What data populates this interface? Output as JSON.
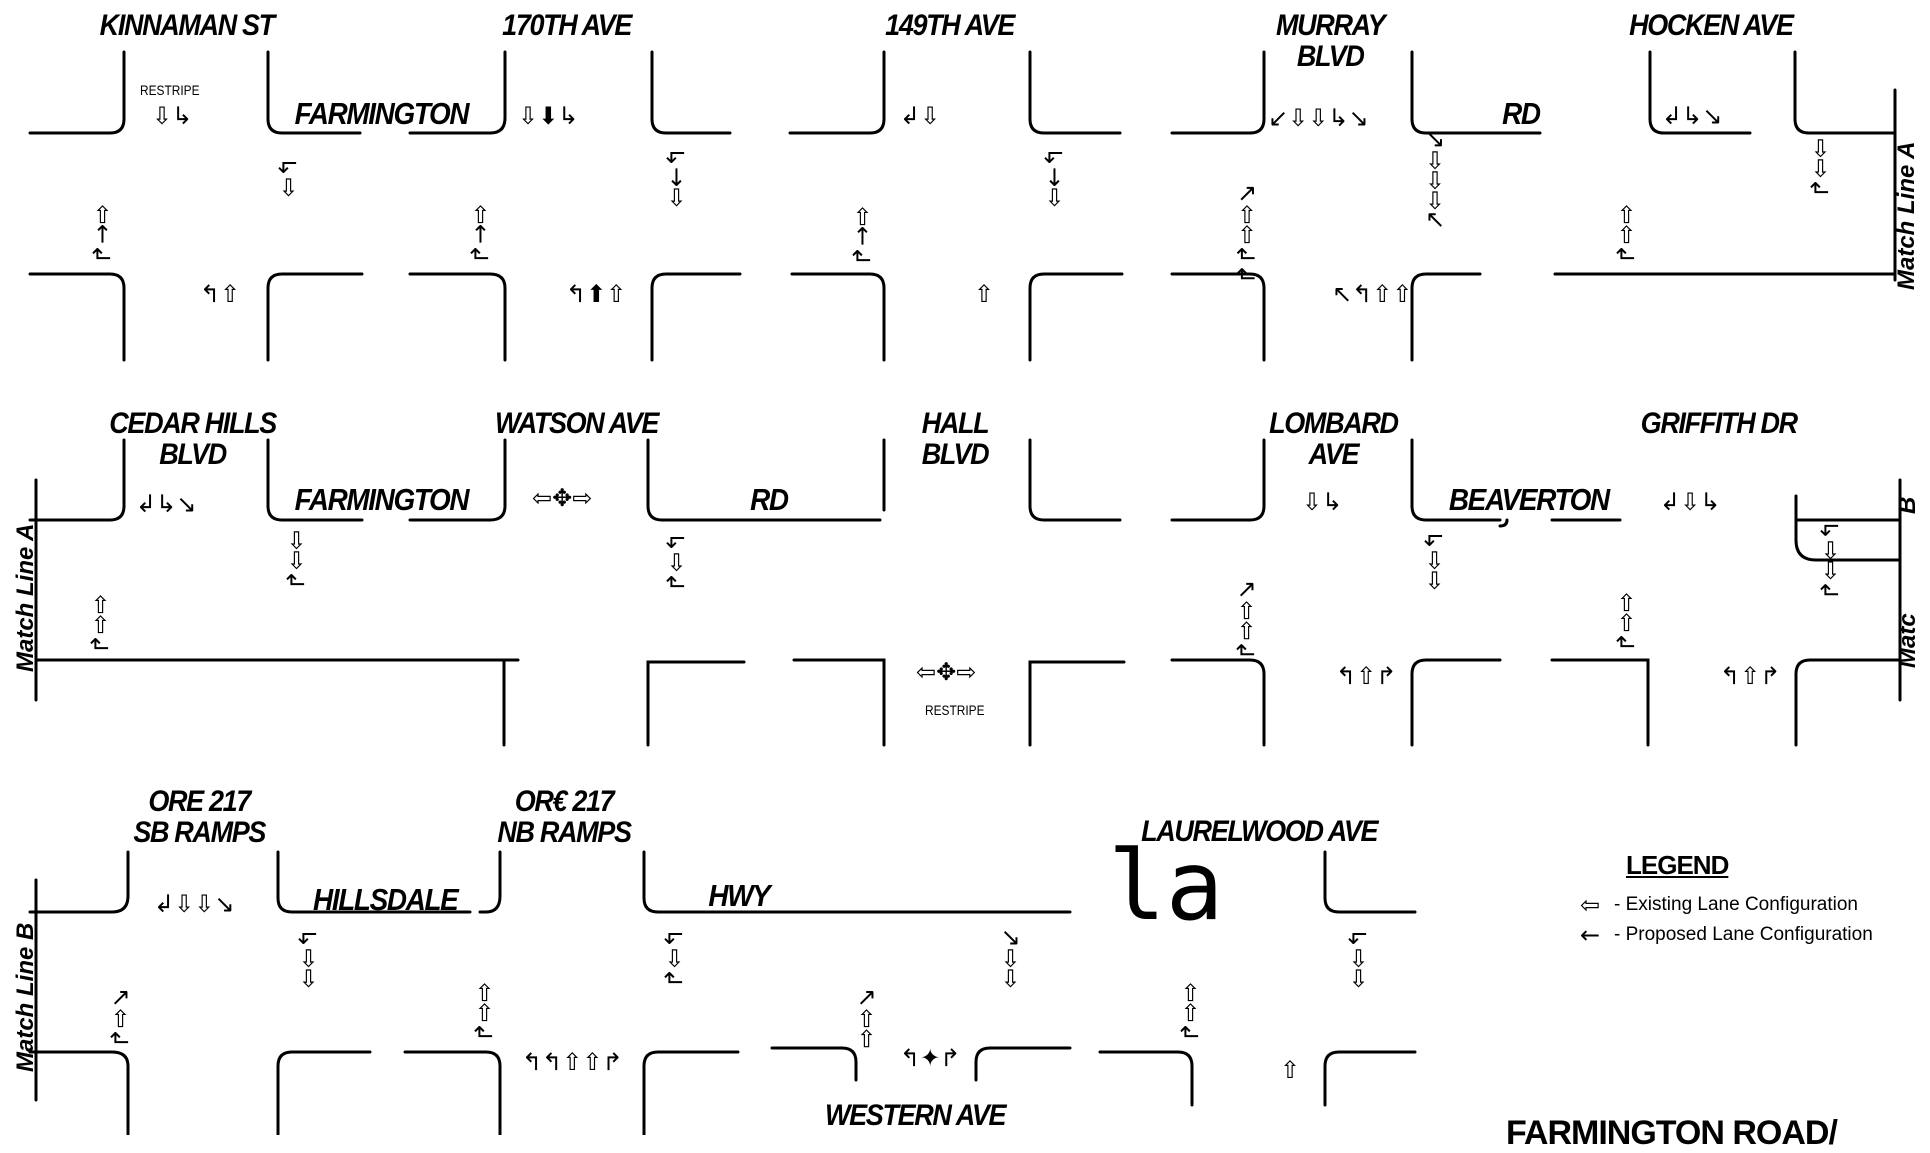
{
  "row1": {
    "streets": [
      "KINNAMAN ST",
      "170TH AVE",
      "149TH AVE",
      "MURRAY\nBLVD",
      "HOCKEN AVE"
    ],
    "roads": [
      "FARMINGTON",
      "RD"
    ],
    "notes": [
      "RESTRIPE"
    ],
    "match_line": "Match Line A"
  },
  "row2": {
    "streets": [
      "CEDAR HILLS\nBLVD",
      "WATSON AVE",
      "HALL\nBLVD",
      "LOMBARD\nAVE",
      "GRIFFITH DR"
    ],
    "roads": [
      "FARMINGTON",
      "RD",
      "BEAVERTON"
    ],
    "notes": [
      "RESTRIPE"
    ],
    "match_line_left": "Match Line A",
    "match_line_right_top": "B",
    "match_line_right_bottom": "Matc"
  },
  "row3": {
    "streets": [
      "ORE 217\nSB RAMPS",
      "OR€ 217\nNB RAMPS",
      "LAURELWOOD AVE",
      "WESTERN AVE"
    ],
    "roads": [
      "HILLSDALE",
      "HWY"
    ],
    "stray": "la",
    "match_line": "Match Line B"
  },
  "legend": {
    "title": "LEGEND",
    "existing": "- Existing Lane Configuration",
    "proposed": "- Proposed Lane Configuration"
  },
  "footer": "FARMINGTON ROAD/",
  "arrows": {
    "r1_kin_sb": "⇩↳",
    "r1_kin_wb": "⇦↰",
    "r1_kin_eb": "↱→⇨",
    "r1_kin_nb": "↰⇧",
    "r1_170_sb": "⇩⬇↳",
    "r1_170_wb": "⇦←↰",
    "r1_170_eb": "↱→⇨",
    "r1_170_nb": "↰⬆⇧",
    "r1_149_sb": "↲⇩",
    "r1_149_wb": "⇦←↰",
    "r1_149_eb": "↱→⇨",
    "r1_149_nb": "⇧",
    "r1_mur_sb": "↙⇩⇩↳↘",
    "r1_mur_wb": "↗⇦⇦⇦↙",
    "r1_mur_eb": "↱↱⇨⇨↘",
    "r1_mur_nb": "↖↰⇧⇧",
    "r1_hoc_sb": "↲↳↘",
    "r1_hoc_wb": "↱⇦⇦",
    "r1_hoc_eb": "↱⇨⇨",
    "r2_ced_sb": "↲↳↘",
    "r2_ced_wb": "↱⇦⇦",
    "r2_ced_eb": "↱⇨⇨",
    "r2_wat_sb": "⇦✥⇨",
    "r2_wat_wb": "↱⇦↰",
    "r2_hal_nb": "⇦✥⇨",
    "r2_lom_sb": "⇩↳",
    "r2_lom_wb": "⇦⇦↰",
    "r2_lom_eb": "↱⇨⇨↘",
    "r2_lom_nb": "↰⇧↱",
    "r2_gri_sb": "↲⇩↳",
    "r2_gri_wb": "↱⇦⇦↰",
    "r2_gri_eb": "↱⇨⇨",
    "r2_gri_nb": "↰⇧↱",
    "r3_sb_sb": "↲⇩⇩↘",
    "r3_sb_wb": "⇦⇦↰",
    "r3_sb_eb": "↱⇨↘",
    "r3_nb_wb": "↱⇦↰",
    "r3_nb_eb": "↱⇨⇨",
    "r3_nb_nb": "↰↰⇧⇧↱",
    "r3_wes_wb": "⇦⇦↙",
    "r3_wes_eb": "⇨⇨↘",
    "r3_wes_nb": "↰✦↱",
    "r3_lau_wb": "⇦⇦↰",
    "r3_lau_eb": "↱⇨⇨",
    "r3_lau_nb": "⇧",
    "legend_existing": "⇦",
    "legend_proposed": "←"
  }
}
